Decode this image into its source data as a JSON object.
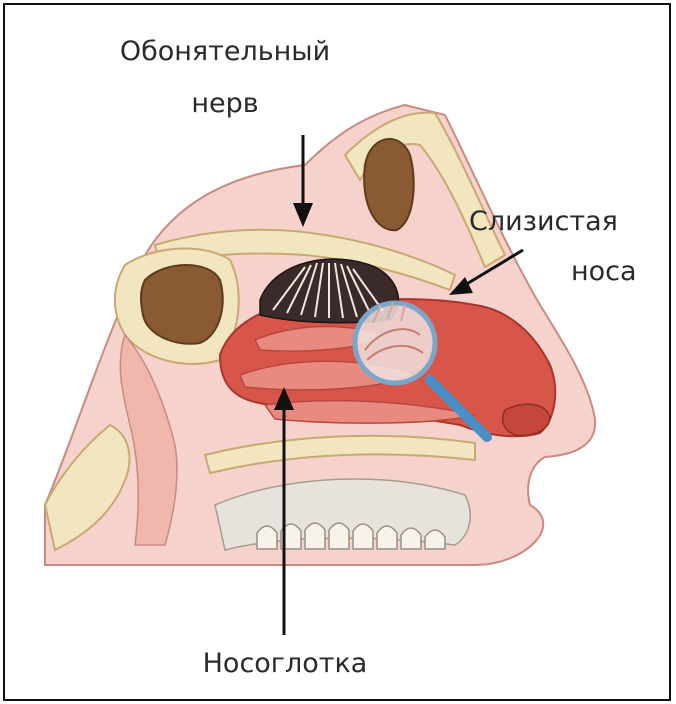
{
  "labels": {
    "olfactory_line1": "Обонятельный",
    "olfactory_line2": "нерв",
    "mucosa_line1": "Слизистая",
    "mucosa_line2": "носа",
    "nasopharynx": "Носоглотка"
  },
  "colors": {
    "bone": "#f2e6c0",
    "bone_edge": "#c8a970",
    "sinus": "#8a5a32",
    "soft_tissue": "#f3c9c2",
    "tissue_edge": "#c98a82",
    "mucosa": "#d8554a",
    "mucosa_light": "#e98a80",
    "nerve": "#3a2a2a",
    "teeth": "#f7f3ea",
    "magnifier": "#4a90c8",
    "arrow": "#111111"
  }
}
